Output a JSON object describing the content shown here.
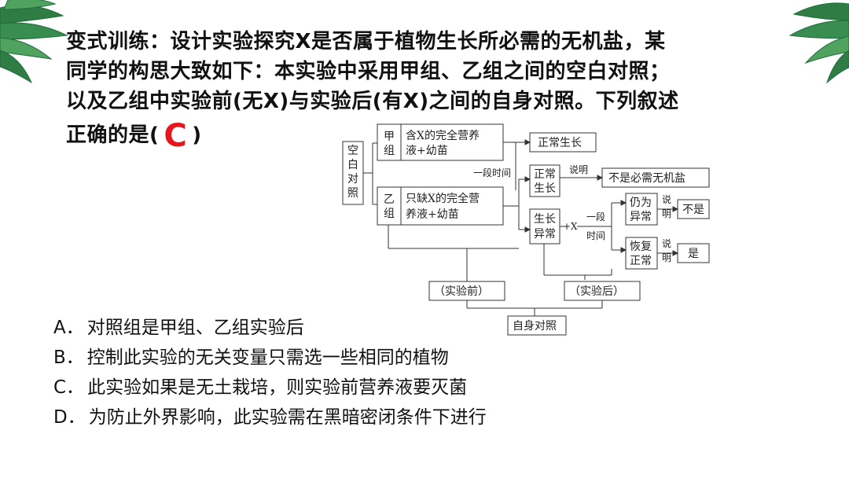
{
  "question": {
    "lines": [
      "变式训练：设计实验探究X是否属于植物生长所必需的无机盐，某",
      "同学的构思大致如下：本实验中采用甲组、乙组之间的空白对照；",
      "以及乙组中实验前(无X)与实验后(有X)之间的自身对照。下列叙述"
    ],
    "last_prefix": "正确的是(",
    "answer": "C",
    "last_suffix": ")"
  },
  "diagram": {
    "blank_control": [
      "空",
      "白",
      "对",
      "照"
    ],
    "group_jia": [
      "甲",
      "组"
    ],
    "jia_content": [
      "含X的完全营养",
      "液+幼苗"
    ],
    "group_yi": [
      "乙",
      "组"
    ],
    "yi_content": [
      "只缺X的完全营",
      "养液+幼苗"
    ],
    "normal_growth": "正常生长",
    "period": "一段时间",
    "normal_box": [
      "正常",
      "生长"
    ],
    "explain": [
      "说明",
      "说",
      "明"
    ],
    "not_essential": "不是必需无机盐",
    "abnormal_box": [
      "生长",
      "异常"
    ],
    "plus_x": "+X",
    "period2": [
      "一段",
      "时间"
    ],
    "still_abnormal": [
      "仍为",
      "异常"
    ],
    "recover": [
      "恢复",
      "正常"
    ],
    "no": "不是",
    "yes": "是",
    "before": "（实验前）",
    "after": "（实验后）",
    "self_control": "自身对照"
  },
  "options": [
    {
      "letter": "A．",
      "text": "对照组是甲组、乙组实验后"
    },
    {
      "letter": "B．",
      "text": "控制此实验的无关变量只需选一些相同的植物"
    },
    {
      "letter": "C．",
      "text": "此实验如果是无土栽培，则实验前营养液要灭菌"
    },
    {
      "letter": "D．",
      "text": "为防止外界影响，此实验需在黑暗密闭条件下进行"
    }
  ],
  "colors": {
    "answer": "#e8161a",
    "leaf_dark": "#1f6b3a",
    "leaf_light": "#4fa35f"
  }
}
